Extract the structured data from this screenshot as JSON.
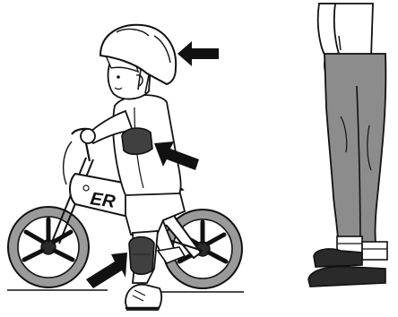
{
  "illustration": {
    "frame_decal": "ER",
    "colors": {
      "line": "#111111",
      "fill": "#ffffff",
      "pad_fill": "#404040",
      "tire_fill": "#9a9a9a",
      "adult_leg_fill": "#8c8c8c",
      "shoe_fill": "#2a2a2a",
      "arrow_fill": "#111111"
    },
    "arrows": [
      {
        "target": "helmet",
        "icon": "arrow-left-icon"
      },
      {
        "target": "elbow-pad",
        "icon": "arrow-left-icon"
      },
      {
        "target": "knee-pad",
        "icon": "arrow-up-right-icon"
      }
    ]
  }
}
